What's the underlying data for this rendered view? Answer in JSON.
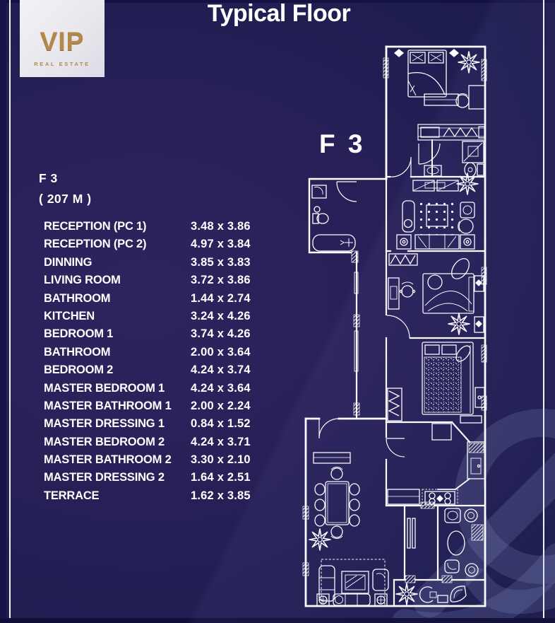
{
  "brand": {
    "monogram": "VIP",
    "tagline": "REAL ESTATE"
  },
  "header": {
    "title": "Typical Floor"
  },
  "plan": {
    "label": "F 3"
  },
  "unit": {
    "code": "F 3",
    "area": "( 207 M )"
  },
  "table": {
    "rooms": [
      {
        "name": "RECEPTION (PC 1)",
        "size": "3.48 x 3.86"
      },
      {
        "name": "RECEPTION (PC 2)",
        "size": "4.97 x 3.84"
      },
      {
        "name": "DINNING",
        "size": "3.85 x 3.83"
      },
      {
        "name": "LIVING ROOM",
        "size": "3.72 x 3.86"
      },
      {
        "name": "BATHROOM",
        "size": "1.44 x 2.74"
      },
      {
        "name": "KITCHEN",
        "size": "3.24 x 4.26"
      },
      {
        "name": "BEDROOM 1",
        "size": "3.74 x 4.26"
      },
      {
        "name": "BATHROOM",
        "size": "2.00 x 3.64"
      },
      {
        "name": "BEDROOM 2",
        "size": "4.24 x 3.74"
      },
      {
        "name": "MASTER BEDROOM 1",
        "size": "4.24 x 3.64"
      },
      {
        "name": "MASTER BATHROOM 1",
        "size": "2.00 x 2.24"
      },
      {
        "name": "MASTER DRESSING 1",
        "size": "0.84 x 1.52"
      },
      {
        "name": "MASTER BEDROOM 2",
        "size": "4.24 x 3.71"
      },
      {
        "name": "MASTER BATHROOM 2",
        "size": "3.30 x 2.10"
      },
      {
        "name": "MASTER DRESSING 2",
        "size": "1.64 x 2.51"
      },
      {
        "name": "TERRACE",
        "size": "1.62 x 3.85"
      }
    ]
  },
  "colors": {
    "background_navy": "#1a1947",
    "background_purple": "#2e245e",
    "line_white": "#ffffff",
    "accent_gold": "#b2894a",
    "logo_card": "#efeef2",
    "watermark_blue": "#a6b4e6"
  }
}
